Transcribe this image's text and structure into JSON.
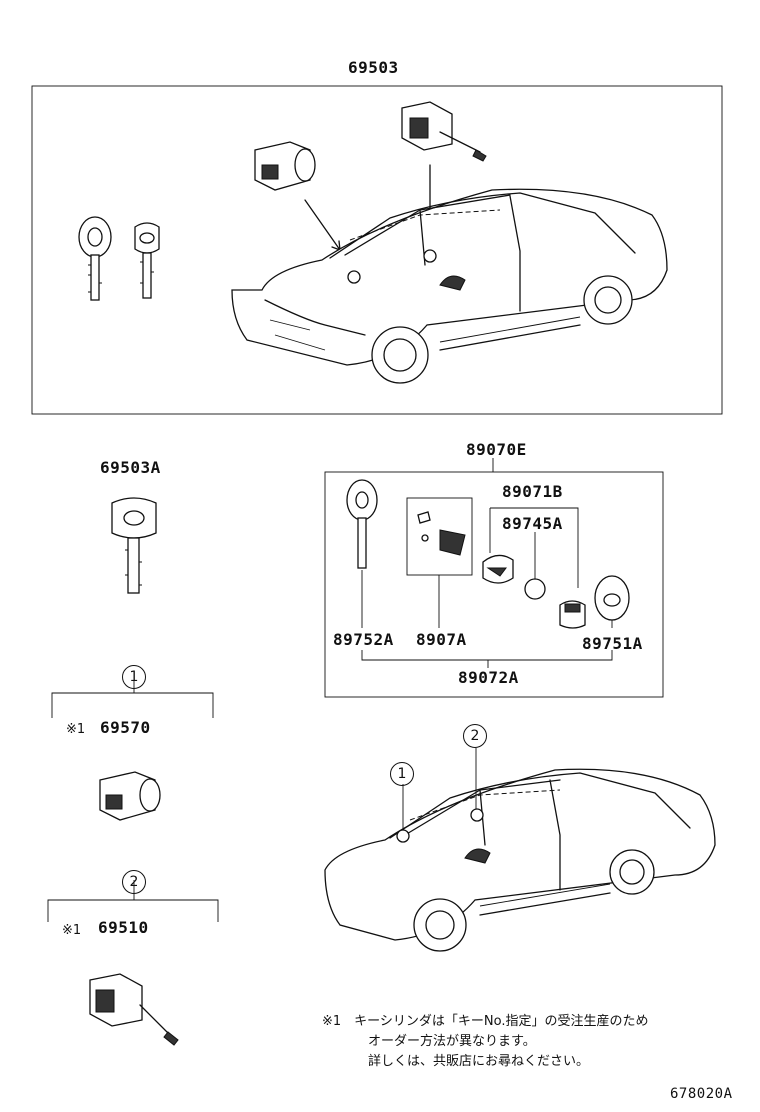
{
  "labels": {
    "main_kit": "69503",
    "key_blank": "69503A",
    "transmitter_kit": "89070E",
    "case_top": "89071B",
    "battery": "89745A",
    "key_plate": "89752A",
    "board": "8907A",
    "case_cover": "89751A",
    "housing_sub": "89072A",
    "door_cylinder": "69570",
    "door_lock": "69510",
    "mark1_a": "※1",
    "mark1_b": "※1",
    "callout_1": "1",
    "callout_2": "2",
    "ref_1": "1",
    "ref_2": "2",
    "diagram_id": "678020A"
  },
  "notes": {
    "line1": "※1　キーシリンダは「キーNo.指定」の受注生産のため",
    "line2": "オーダー方法が異なります。",
    "line3": "詳しくは、共販店にお尋ねください。"
  }
}
